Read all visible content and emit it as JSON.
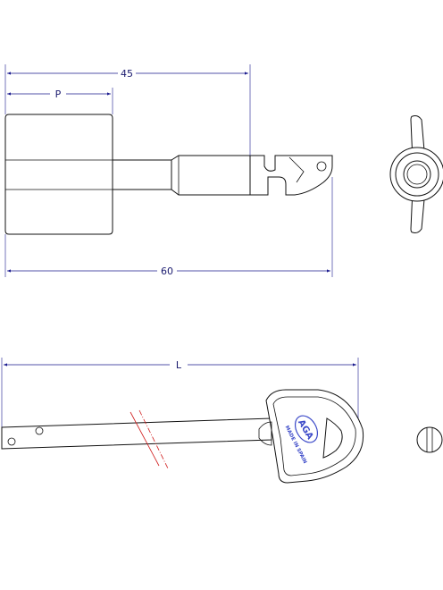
{
  "dimensions": {
    "top_length": "45",
    "top_pitch": "P",
    "total_length": "60",
    "bottom_length": "L"
  },
  "logo": {
    "brand": "AGA",
    "tagline": "MADE IN SPAIN"
  },
  "colors": {
    "dimension": "#1a1a8e",
    "outline": "#111111",
    "logo": "#3a48c8",
    "break_line": "#d01818"
  }
}
